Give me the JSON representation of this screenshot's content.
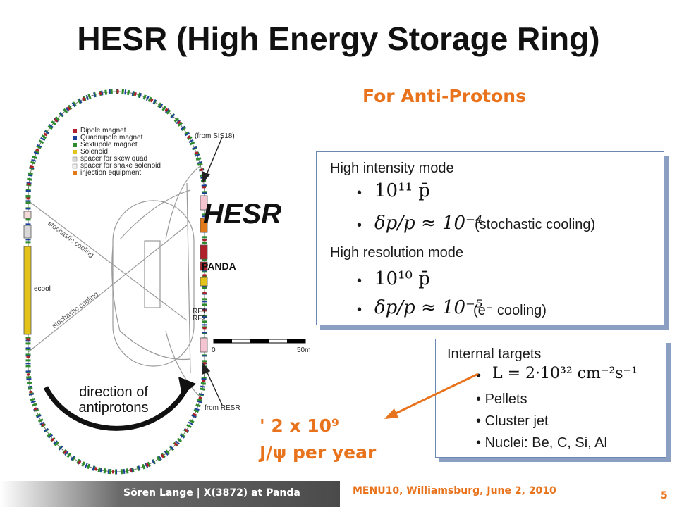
{
  "title": "HESR (High Energy Storage Ring)",
  "subtitle": "For Anti-Protons",
  "diagram": {
    "legend": [
      {
        "label": "Dipole magnet",
        "color": "#b0202a"
      },
      {
        "label": "Quadrupole magnet",
        "color": "#1b3f9a"
      },
      {
        "label": "Sextupole magnet",
        "color": "#2e8b2e"
      },
      {
        "label": "Solenoid",
        "color": "#e3c21a"
      },
      {
        "label": "spacer for skew quad",
        "color": "#d8d8d8"
      },
      {
        "label": "spacer for snake solenoid",
        "color": "#f0f0f0"
      },
      {
        "label": "injection equipment",
        "color": "#e07a1a"
      }
    ],
    "from_sis18": "(from SIS18)",
    "from_resr": "from RESR",
    "hesr_label": "HESR",
    "panda_label": "PANDA",
    "stochastic_cooling": "stochastic cooling",
    "ecool": "ecool",
    "rf1": "RF1",
    "rf2": "RF2",
    "scale_start": "0",
    "scale_end": "50m",
    "direction": "direction of antiprotons"
  },
  "modes": {
    "high_intensity": "High intensity mode",
    "hi_eq1": "10¹¹ p̄",
    "hi_eq2": "δp/p ≈ 10⁻⁴",
    "hi_note": "(stochastic cooling)",
    "high_resolution": "High resolution mode",
    "hr_eq1": "10¹⁰ p̄",
    "hr_eq2": "δp/p ≈ 10⁻⁵",
    "hr_note": "(e⁻ cooling)"
  },
  "targets": {
    "heading": "Internal targets",
    "lumi": "L = 2·10³² cm⁻²s⁻¹",
    "items": [
      "Pellets",
      "Cluster jet",
      "Nuclei:  Be, C, Si, Al"
    ]
  },
  "yield": {
    "line1": "' 2 x 10⁹",
    "line2": "J/ψ per year"
  },
  "footer": {
    "left": "Sören Lange | X(3872) at Panda",
    "right": "MENU10, Williamsburg, June 2, 2010",
    "page": "5"
  },
  "colors": {
    "accent": "#e8731c",
    "box_border": "#6d87b5"
  }
}
